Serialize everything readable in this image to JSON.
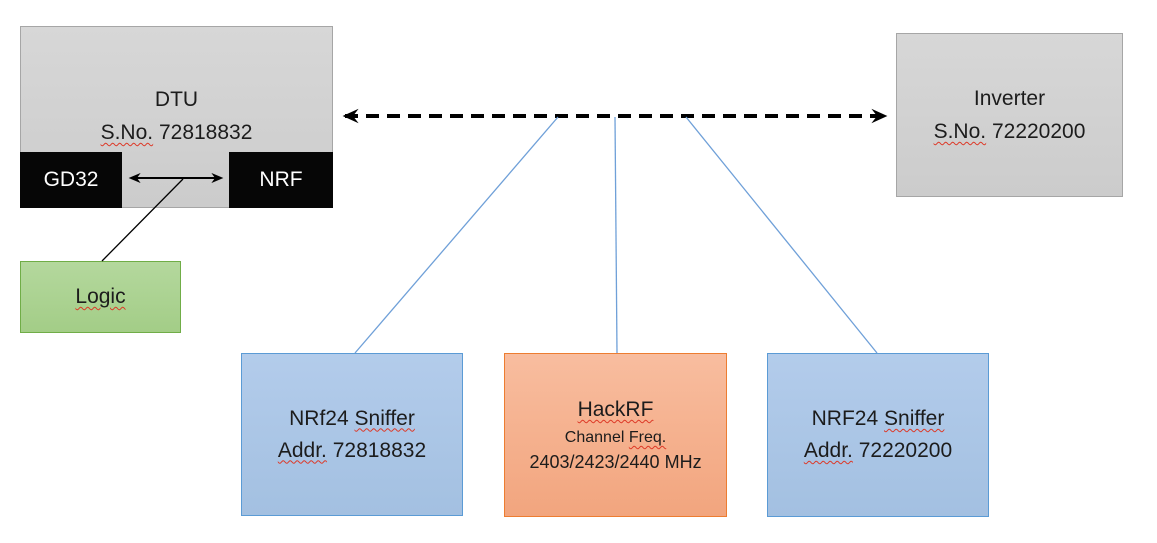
{
  "colors": {
    "canvas_bg": "#ffffff",
    "gray_fill": "#d1d1d1",
    "gray_border": "#a6a6a6",
    "black_fill": "#060606",
    "green_fill": "#abd492",
    "green_border": "#70ad47",
    "blue_fill": "#abc7e7",
    "blue_border": "#5b9bd5",
    "orange_fill": "#f5b08f",
    "orange_border": "#ed7d31",
    "connector_blue": "#6fa0d8",
    "arrow_black": "#000000",
    "squiggle_red": "#dd3826",
    "text_dark": "#1c1c1c",
    "text_light": "#ffffff"
  },
  "diagram": {
    "dtu": {
      "title": "DTU",
      "serial_label": "S.No.",
      "serial_number": "72818832",
      "gd32_label": "GD32",
      "nrf_label": "NRF"
    },
    "logic": {
      "label": "Logic"
    },
    "inverter": {
      "title": "Inverter",
      "serial_label": "S.No.",
      "serial_number": "72220200"
    },
    "sniffer_left": {
      "name": "NRf24",
      "type": "Sniffer",
      "addr_label": "Addr.",
      "addr_number": "72818832"
    },
    "hackrf": {
      "title": "HackRF",
      "channel_label": "Channel",
      "freq_label": "Freq.",
      "frequencies": "2403/2423/2440 MHz"
    },
    "sniffer_right": {
      "name": "NRF24",
      "type": "Sniffer",
      "addr_label": "Addr.",
      "addr_number": "72220200"
    }
  }
}
